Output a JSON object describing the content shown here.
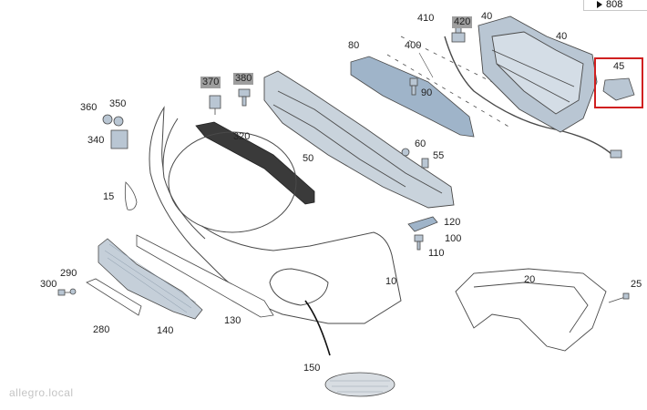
{
  "page_ref": {
    "label": "808"
  },
  "highlight": {
    "part": "45",
    "color": "#d02020"
  },
  "labels": {
    "p410": "410",
    "p420": "420",
    "p40a": "40",
    "p40b": "40",
    "p45": "45",
    "p80": "80",
    "p400": "400",
    "p370": "370",
    "p380": "380",
    "p90": "90",
    "p360": "360",
    "p350": "350",
    "p340": "340",
    "p320": "320",
    "p60": "60",
    "p55": "55",
    "p50": "50",
    "p15": "15",
    "p120": "120",
    "p100": "100",
    "p110": "110",
    "p20": "20",
    "p25": "25",
    "p10": "10",
    "p300": "300",
    "p290": "290",
    "p280": "280",
    "p140": "140",
    "p130": "130",
    "p150": "150"
  },
  "boxed_labels": [
    "420",
    "370",
    "380"
  ],
  "watermark": {
    "text": "allegro.local"
  },
  "colors": {
    "line": "#4a4a4a",
    "part_fill": "#b9c6d3",
    "grille_fill": "#c5cfd9",
    "boxed_bg": "#9e9e9e"
  }
}
